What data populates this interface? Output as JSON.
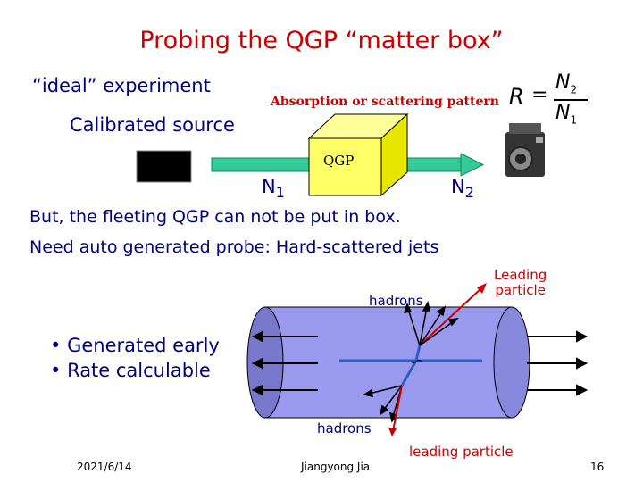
{
  "slide": {
    "title": "Probing the QGP “matter box”",
    "ideal_label": "“ideal” experiment",
    "calibrated_source_label": "Calibrated source",
    "absorption_label": "Absorption or scattering pattern",
    "formula": {
      "lhs": "R",
      "eq": "=",
      "num": "N",
      "num_sub": "2",
      "den": "N",
      "den_sub": "1"
    },
    "qgp_box_label": "QGP",
    "n1": "N",
    "n1_sub": "1",
    "n2": "N",
    "n2_sub": "2",
    "text_line1": "But, the fleeting QGP can not be put in box.",
    "text_line2": "Need auto generated probe: Hard-scattered jets",
    "bullets": [
      "Generated early",
      "Rate calculable"
    ],
    "leading_particle_top": [
      "Leading",
      "particle"
    ],
    "hadrons_top": "hadrons",
    "hadrons_bottom": "hadrons",
    "leading_particle_bottom": "leading particle"
  },
  "footer": {
    "date": "2021/6/14",
    "author": "Jiangyong Jia",
    "page": "16"
  },
  "colors": {
    "title": "#cc0000",
    "text": "#000080",
    "box_face": "#ffff66",
    "arrow": "#33cc99",
    "cylinder": "#9999ee"
  },
  "icons": [
    "camera-icon"
  ]
}
